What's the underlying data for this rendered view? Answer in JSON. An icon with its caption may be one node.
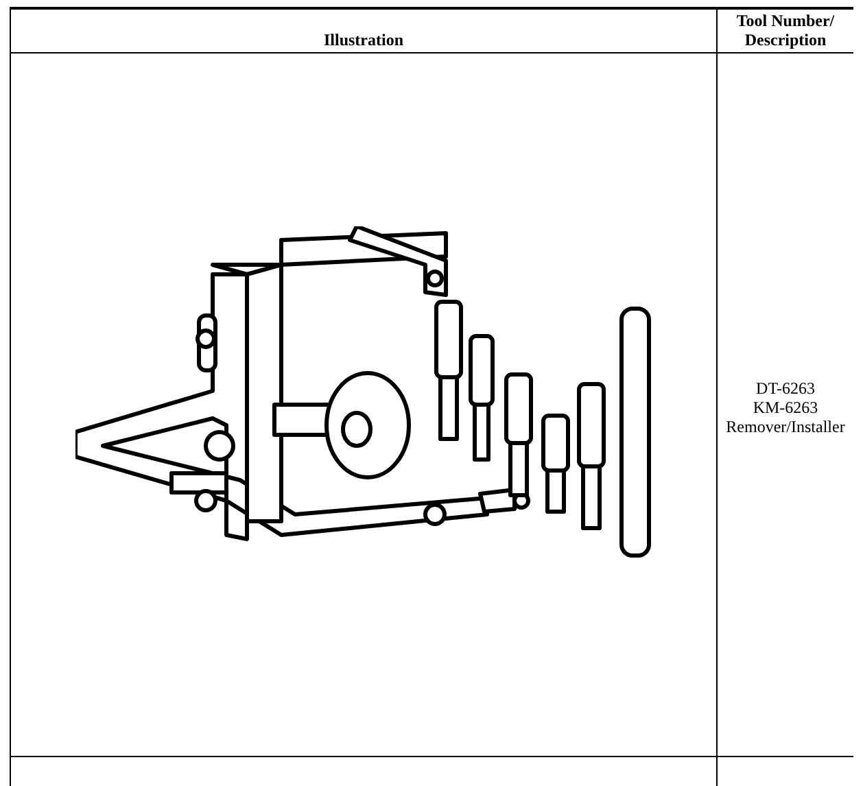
{
  "diagram": {
    "labels": [
      "Illustration",
      "Tool Number/ Description",
      "DT-6263",
      "KM-6263",
      "Remover/Installer"
    ]
  }
}
